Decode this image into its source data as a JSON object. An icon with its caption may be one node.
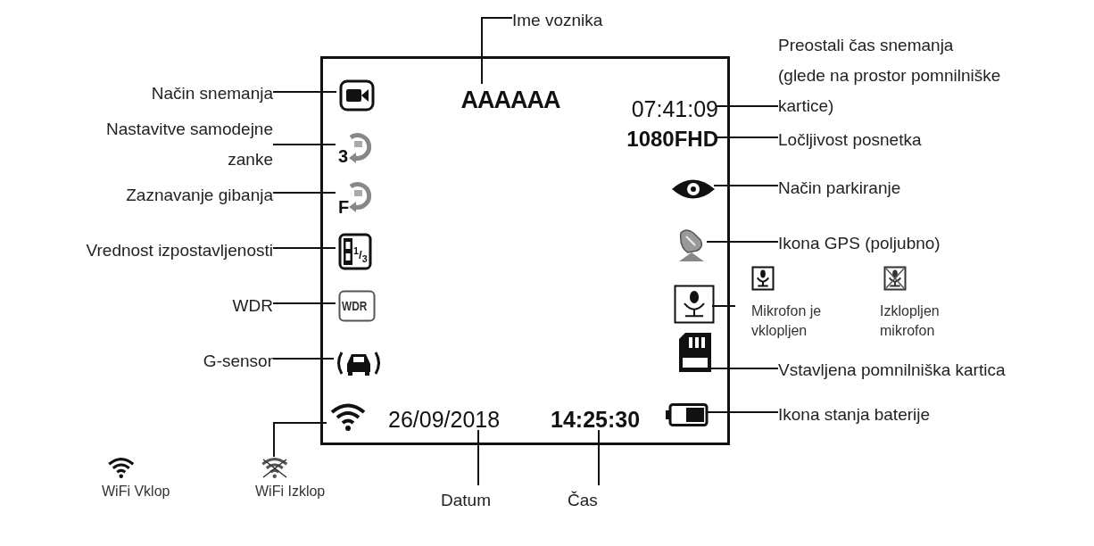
{
  "diagram": {
    "nodes": [
      {
        "text": [],
        "shape": "box"
      },
      {
        "text": [],
        "shape": "icon",
        "in": 0
      },
      {
        "text": [
          "3"
        ],
        "in": 0
      },
      {
        "text": [
          "F"
        ],
        "in": 0
      },
      {
        "text": [
          "$^{1}$/$_{3}$"
        ],
        "in": 0
      },
      {
        "text": [
          "WDR"
        ],
        "in": 0
      },
      {
        "text": [],
        "shape": "icon",
        "in": 0
      },
      {
        "text": [],
        "shape": "icon",
        "in": 0
      },
      {
        "text": [
          "AAAAAA"
        ],
        "in": 0
      },
      {
        "text": [
          "07:41:09"
        ],
        "in": 0
      },
      {
        "text": [
          "1080FHD"
        ],
        "in": 0
      },
      {
        "text": [],
        "shape": "icon",
        "in": 0
      },
      {
        "text": [],
        "shape": "icon",
        "in": 0
      },
      {
        "text": [],
        "shape": "icon",
        "in": 0
      },
      {
        "text": [],
        "shape": "icon",
        "in": 0
      },
      {
        "text": [],
        "shape": "icon",
        "in": 0
      },
      {
        "text": [
          "26/09/2018"
        ],
        "in": 0
      },
      {
        "text": [
          "14:25:30"
        ],
        "in": 0
      },
      {
        "text": [
          "Ime voznika"
        ]
      },
      {
        "text": [
          "Način snemanja"
        ]
      },
      {
        "text": [
          "Nastavitve samodejne zanke"
        ]
      },
      {
        "text": [
          "Zaznavanje gibanja"
        ]
      },
      {
        "text": [
          "Vrednost izpostavljenosti"
        ]
      },
      {
        "text": [
          "WDR"
        ]
      },
      {
        "text": [
          "G-sensor"
        ]
      },
      {
        "text": [
          "Preostali čas snemanja (glede na prostor pomnilniške kartice)"
        ]
      },
      {
        "text": [
          "Ločljivost posnetka"
        ]
      },
      {
        "text": [
          "Način parkiranje"
        ]
      },
      {
        "text": [
          "Ikona GPS (poljubno)"
        ]
      },
      {
        "text": [
          "Vstavljena pomnilniška kartica"
        ]
      },
      {
        "text": [
          "Ikona stanja baterije"
        ]
      },
      {
        "text": [],
        "shape": "icon",
        "beside": [
          "Mikrofon je vklopljen"
        ]
      },
      {
        "text": [],
        "shape": "icon",
        "beside": [
          "Izklopljen mikrofon"
        ]
      },
      {
        "text": [],
        "shape": "icon",
        "beside": [
          "WiFi Vklop"
        ]
      },
      {
        "text": [],
        "shape": "icon",
        "beside": [
          "WiFi Izklop"
        ]
      },
      {
        "text": [
          "Datum"
        ]
      },
      {
        "text": [
          "Čas"
        ]
      }
    ],
    "edges": [
      {
        "from": 19,
        "to": 1,
        "arrow": "none"
      },
      {
        "from": 20,
        "to": 2,
        "arrow": "none"
      },
      {
        "from": 21,
        "to": 3,
        "arrow": "none"
      },
      {
        "from": 22,
        "to": 4,
        "arrow": "none"
      },
      {
        "from": 23,
        "to": 5,
        "arrow": "none"
      },
      {
        "from": 24,
        "to": 6,
        "arrow": "none"
      },
      {
        "from": 18,
        "to": 8,
        "arrow": "none"
      },
      {
        "from": 9,
        "to": 25,
        "arrow": "none"
      },
      {
        "from": 10,
        "to": 26,
        "arrow": "none"
      },
      {
        "from": 11,
        "to": 27,
        "arrow": "none"
      },
      {
        "from": 12,
        "to": 28,
        "arrow": "none"
      },
      {
        "from": 13,
        "to": null,
        "arrow": "none"
      },
      {
        "from": 14,
        "to": 29,
        "arrow": "none"
      },
      {
        "from": 15,
        "to": 30,
        "arrow": "none"
      },
      {
        "from": 34,
        "to": 7,
        "arrow": "none"
      },
      {
        "from": 16,
        "to": 35,
        "arrow": "none"
      },
      {
        "from": 17,
        "to": 36,
        "arrow": "none"
      }
    ]
  }
}
